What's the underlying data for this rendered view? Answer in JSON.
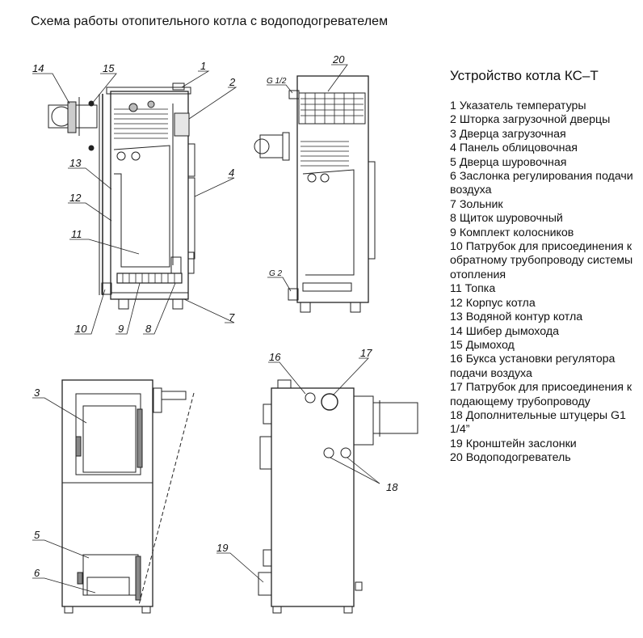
{
  "title": "Схема работы отопительного котла с водоподогревателем",
  "legend": {
    "title": "Устройство котла КС–Т",
    "items": [
      "1 Указатель температуры",
      "2 Шторка загрузочной дверцы",
      "3 Дверца загрузочная",
      "4 Панель облицовочная",
      "5 Дверца шуровочная",
      "6 Заслонка регулирования подачи воздуха",
      "7 Зольник",
      "8 Щиток шуровочный",
      "9 Комплект колосников",
      "10 Патрубок для присоединения к обратному трубопроводу  системы отопления",
      "11 Топка",
      "12 Корпус котла",
      "13 Водяной контур котла",
      "14 Шибер дымохода",
      "15 Дымоход",
      "16 Букса установки регулятора подачи воздуха",
      "17 Патрубок для присоединения к подающему трубопроводу",
      "18 Дополнительные штуцеры G1 1/4”",
      "19 Кронштейн заслонки",
      "20 Водоподогреватель"
    ]
  },
  "callouts": {
    "section": [
      "14",
      "15",
      "1",
      "2",
      "13",
      "12",
      "11",
      "4",
      "10",
      "9",
      "8",
      "7"
    ],
    "side": [
      "20"
    ],
    "front": [
      "3",
      "5",
      "6"
    ],
    "rear": [
      "16",
      "17",
      "18",
      "19"
    ]
  },
  "marks": {
    "g_top": "G 1/2",
    "g_bottom": "G 2"
  }
}
